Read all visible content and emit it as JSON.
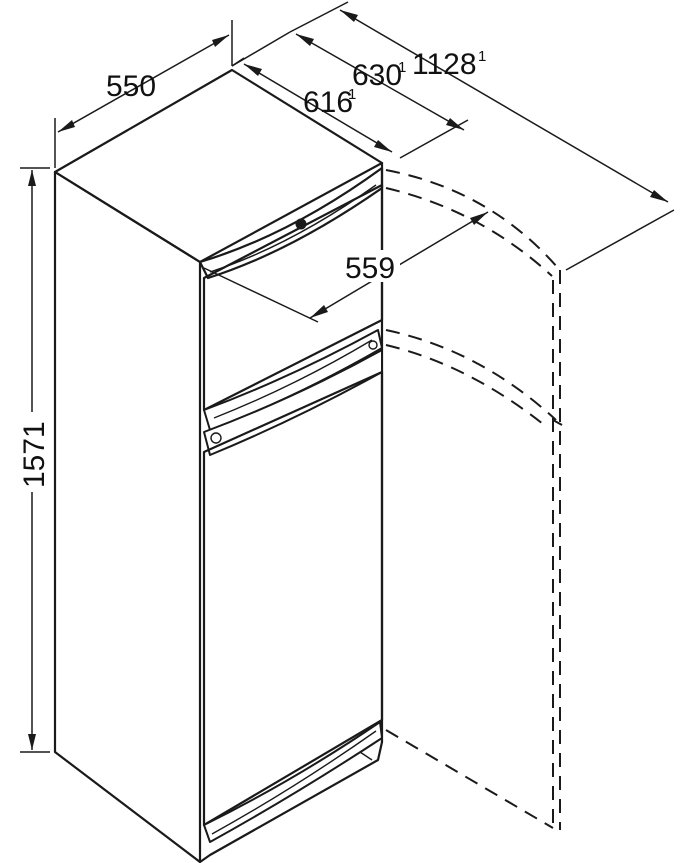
{
  "dimensions": {
    "width": "550",
    "depth_630": "630",
    "depth_630_note": "1",
    "depth_1128": "1128",
    "depth_1128_note": "1",
    "depth_616": "616",
    "depth_616_note": "1",
    "inner_559": "559",
    "height": "1571"
  }
}
